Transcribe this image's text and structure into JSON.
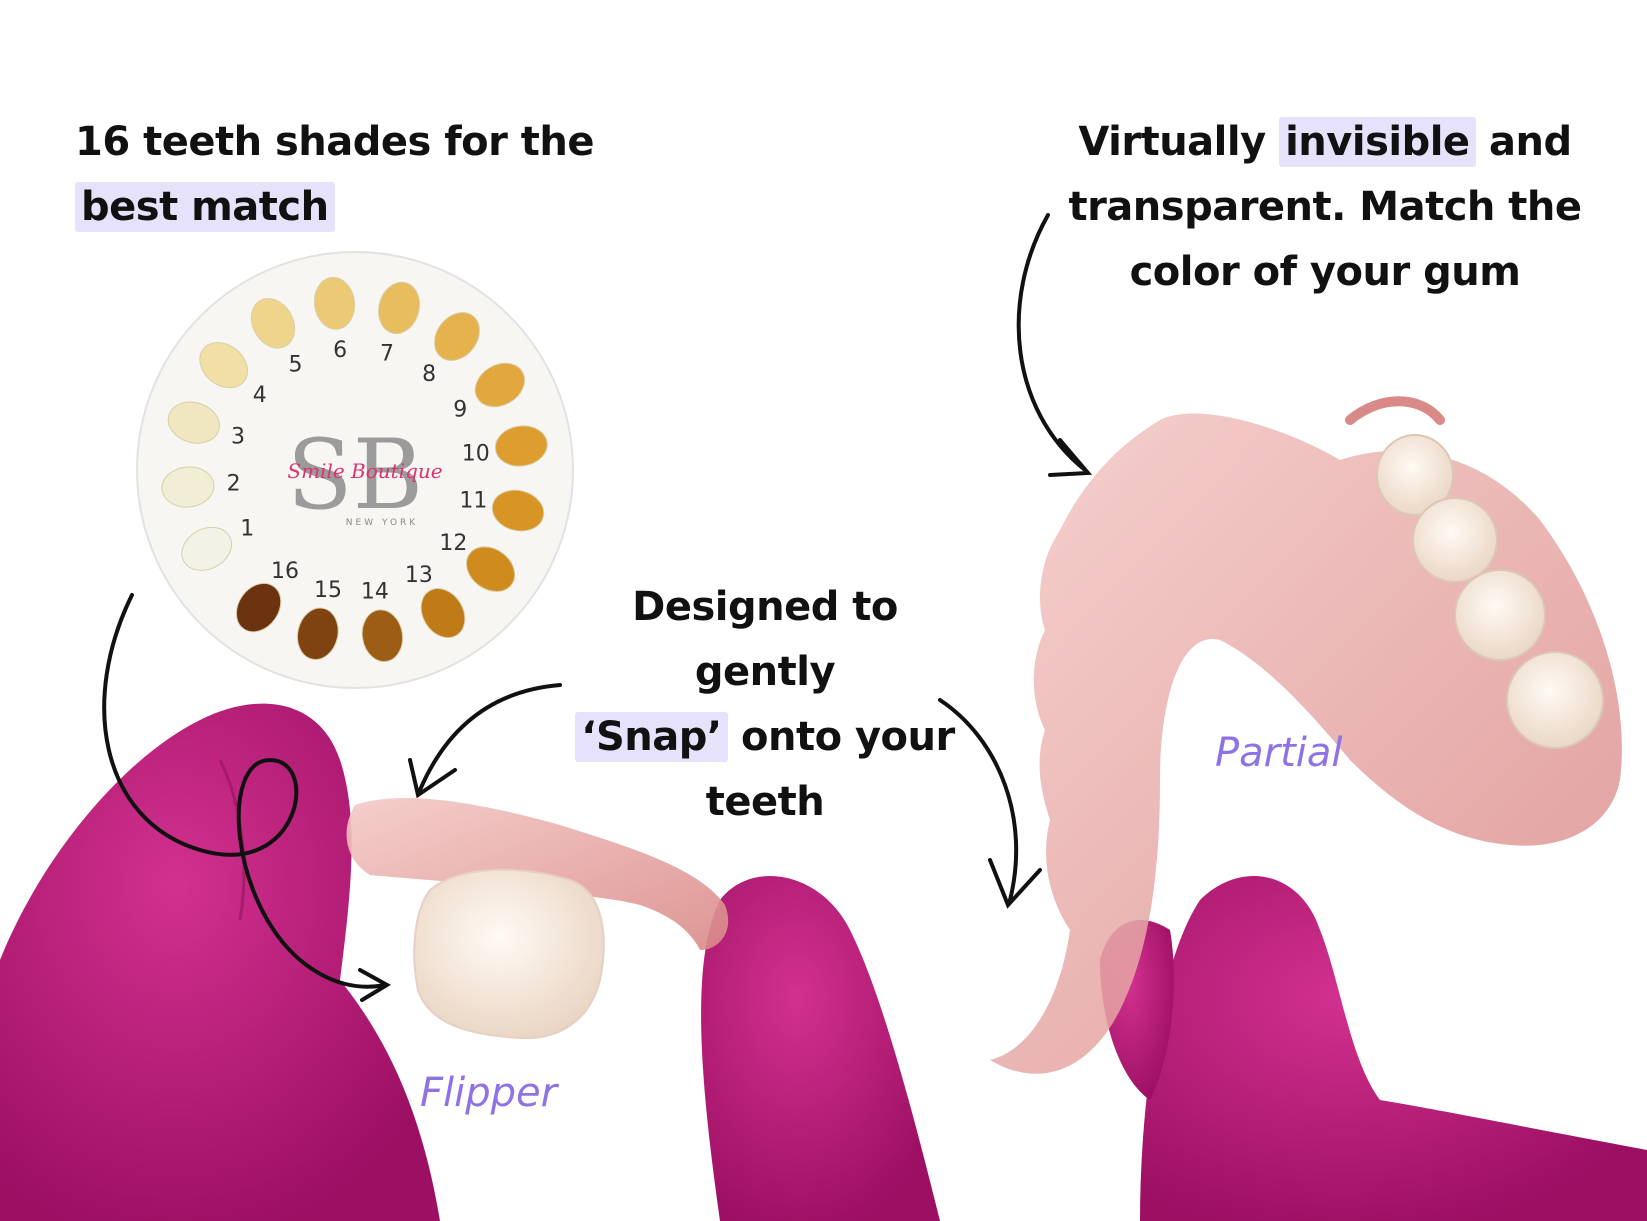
{
  "left_heading": {
    "line1": "16 teeth shades for the",
    "line2_highlight": "best match"
  },
  "right_heading": {
    "line1_before": "Virtually ",
    "line1_highlight": "invisible",
    "line1_after": " and",
    "line2": "transparent. Match the",
    "line3": "color of your gum"
  },
  "center_heading": {
    "line1": "Designed to gently",
    "line2_highlight": "‘Snap’",
    "line2_after": " onto your",
    "line3": "teeth"
  },
  "shade_guide": {
    "logo_initials": "SB",
    "logo_script": "Smile Boutique",
    "logo_city": "NEW YORK",
    "shade_numbers": [
      "1",
      "2",
      "3",
      "4",
      "5",
      "6",
      "7",
      "8",
      "9",
      "10",
      "11",
      "12",
      "13",
      "14",
      "15",
      "16"
    ]
  },
  "captions": {
    "flipper": "Flipper",
    "partial": "Partial"
  },
  "colors": {
    "highlight": "#e7e2fb",
    "caption": "#8f73e6",
    "glove": "#c2187e",
    "gum": "#e9a5a2"
  }
}
